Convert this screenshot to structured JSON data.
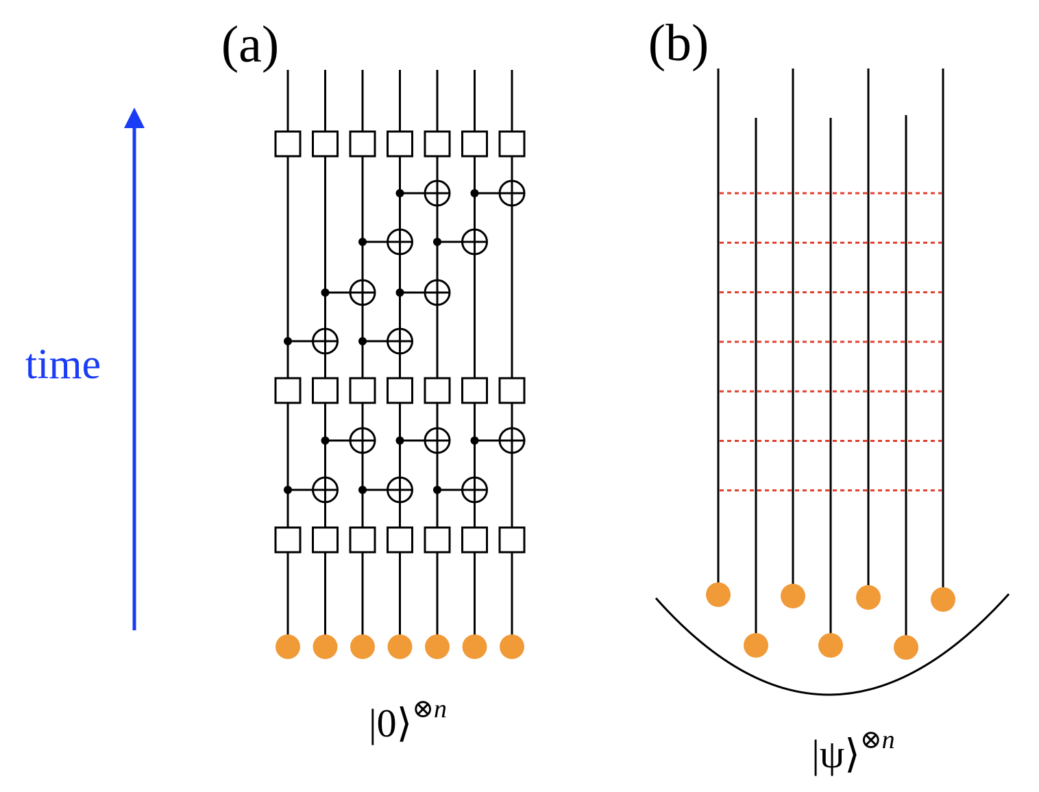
{
  "panels": {
    "a": {
      "label": "(a)",
      "state_ket": "|0⟩",
      "state_power": "⊗n",
      "qubit_count": 7,
      "gate_layers": [
        {
          "type": "single",
          "qubits": [
            0,
            1,
            2,
            3,
            4,
            5,
            6
          ]
        },
        {
          "type": "cnot",
          "pairs": [
            [
              0,
              1
            ],
            [
              2,
              3
            ],
            [
              4,
              5
            ]
          ]
        },
        {
          "type": "cnot",
          "pairs": [
            [
              1,
              2
            ],
            [
              3,
              4
            ],
            [
              5,
              6
            ]
          ]
        },
        {
          "type": "single",
          "qubits": [
            0,
            1,
            2,
            3,
            4,
            5,
            6
          ]
        },
        {
          "type": "cnot",
          "pairs": [
            [
              0,
              1
            ],
            [
              2,
              3
            ]
          ]
        },
        {
          "type": "cnot",
          "pairs": [
            [
              1,
              2
            ],
            [
              3,
              4
            ]
          ]
        },
        {
          "type": "cnot",
          "pairs": [
            [
              2,
              3
            ],
            [
              4,
              5
            ]
          ]
        },
        {
          "type": "cnot",
          "pairs": [
            [
              3,
              4
            ],
            [
              5,
              6
            ]
          ]
        },
        {
          "type": "single",
          "qubits": [
            0,
            1,
            2,
            3,
            4,
            5,
            6
          ]
        }
      ],
      "qubit_color": "#f09a38"
    },
    "b": {
      "label": "(b)",
      "state_ket": "|ψ⟩",
      "state_power": "⊗n",
      "qubit_count": 7,
      "interaction_lines": 7,
      "interaction_color": "#e0402e",
      "qubit_color": "#f09a38"
    }
  },
  "time_axis": {
    "label": "time",
    "color": "#1a3cf5"
  }
}
